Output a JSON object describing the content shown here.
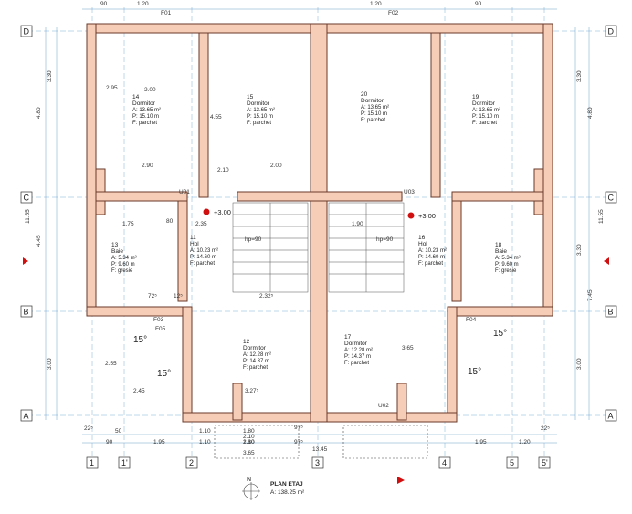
{
  "axes_h": [
    {
      "label": "D"
    },
    {
      "label": "C"
    },
    {
      "label": "B"
    },
    {
      "label": "A"
    }
  ],
  "axes_v": [
    {
      "label": "1"
    },
    {
      "label": "1'"
    },
    {
      "label": "2"
    },
    {
      "label": "3"
    },
    {
      "label": "4"
    },
    {
      "label": "5"
    },
    {
      "label": "5'"
    }
  ],
  "rooms": [
    {
      "num": "14",
      "name": "Dormitor",
      "area": "A: 13.65 m²",
      "perimeter": "P: 15.10 m",
      "floor": "F: parchet"
    },
    {
      "num": "15",
      "name": "Dormitor",
      "area": "A: 13.65 m²",
      "perimeter": "P: 15.10 m",
      "floor": "F: parchet"
    },
    {
      "num": "20",
      "name": "Dormitor",
      "area": "A: 13.65 m²",
      "perimeter": "P: 15.10 m",
      "floor": "F: parchet"
    },
    {
      "num": "19",
      "name": "Dormitor",
      "area": "A: 13.65 m²",
      "perimeter": "P: 15.10 m",
      "floor": "F: parchet"
    },
    {
      "num": "11",
      "name": "Hol",
      "area": "A: 10.23 m²",
      "perimeter": "P: 14.60 m",
      "floor": "F: parchet"
    },
    {
      "num": "16",
      "name": "Hol",
      "area": "A: 10.23 m²",
      "perimeter": "P: 14.60 m",
      "floor": "F: parchet"
    },
    {
      "num": "13",
      "name": "Baie",
      "area": "A: 5.34 m²",
      "perimeter": "P: 9.60 m",
      "floor": "F: gresie"
    },
    {
      "num": "18",
      "name": "Baie",
      "area": "A: 5.34 m²",
      "perimeter": "P: 9.60 m",
      "floor": "F: gresie"
    },
    {
      "num": "12",
      "name": "Dormitor",
      "area": "A: 12.28 m²",
      "perimeter": "P: 14.37 m",
      "floor": "F: parchet"
    },
    {
      "num": "17",
      "name": "Dormitor",
      "area": "A: 12.28 m²",
      "perimeter": "P: 14.37 m",
      "floor": "F: parchet"
    }
  ],
  "levels": [
    "+3.00",
    "+3.00"
  ],
  "slopes": [
    "15°",
    "15°",
    "15°",
    "15°"
  ],
  "dims_top": [
    "1.20",
    "1.20",
    "90",
    "90"
  ],
  "dims_left": [
    "3.30",
    "4.80",
    "11.55",
    "4.45",
    "3.00"
  ],
  "dims_right": [
    "3.30",
    "4.80",
    "11.55",
    "3.30",
    "7.45",
    "3.00"
  ],
  "dims_interior": [
    "3.00",
    "2.95",
    "4.55",
    "2.90",
    "2.10",
    "2.00",
    "2.35",
    "1.75",
    "1.90",
    "2.32⁵",
    "3.27⁵",
    "2.45",
    "2.55",
    "3.65",
    "1.80",
    "2.10",
    "1.10",
    "97⁵",
    "72⁵",
    "12⁵",
    "50",
    "80"
  ],
  "dims_bottom": [
    "22⁵",
    "90",
    "1.95",
    "1.10",
    "1.80",
    "2.10",
    "3.65",
    "97⁵",
    "13.45",
    "1.95",
    "1.20",
    "22⁵"
  ],
  "dim_total": "13.45",
  "stair_labels": [
    "hp=90",
    "hp=90"
  ],
  "window_tags": [
    "F01",
    "F02",
    "F03",
    "F04",
    "F05",
    "U01",
    "U02",
    "U03"
  ],
  "north": "N",
  "plan_title": "PLAN ETAJ",
  "plan_area": "A: 138.25 m²"
}
